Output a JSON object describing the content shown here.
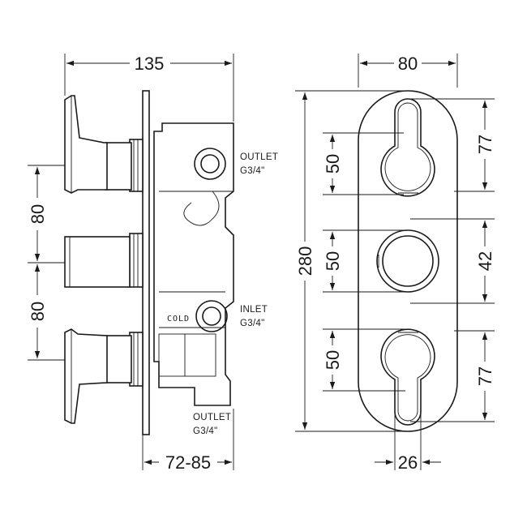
{
  "dimensions": {
    "width_total": "135",
    "wall_depth": "72-85",
    "spacing_top": "80",
    "spacing_bottom": "80",
    "plate_width": "80",
    "plate_height": "280",
    "top_handle_height": "50",
    "middle_handle_height": "50",
    "bottom_handle_height": "50",
    "top_offset": "77",
    "middle_diameter": "42",
    "bottom_offset": "77",
    "bottom_width": "26"
  },
  "labels": {
    "outlet_top_line1": "OUTLET",
    "outlet_top_line2": "G3/4\"",
    "inlet_line1": "INLET",
    "inlet_line2": "G3/4\"",
    "cold": "COLD",
    "outlet_bottom_line1": "OUTLET",
    "outlet_bottom_line2": "G3/4\""
  }
}
